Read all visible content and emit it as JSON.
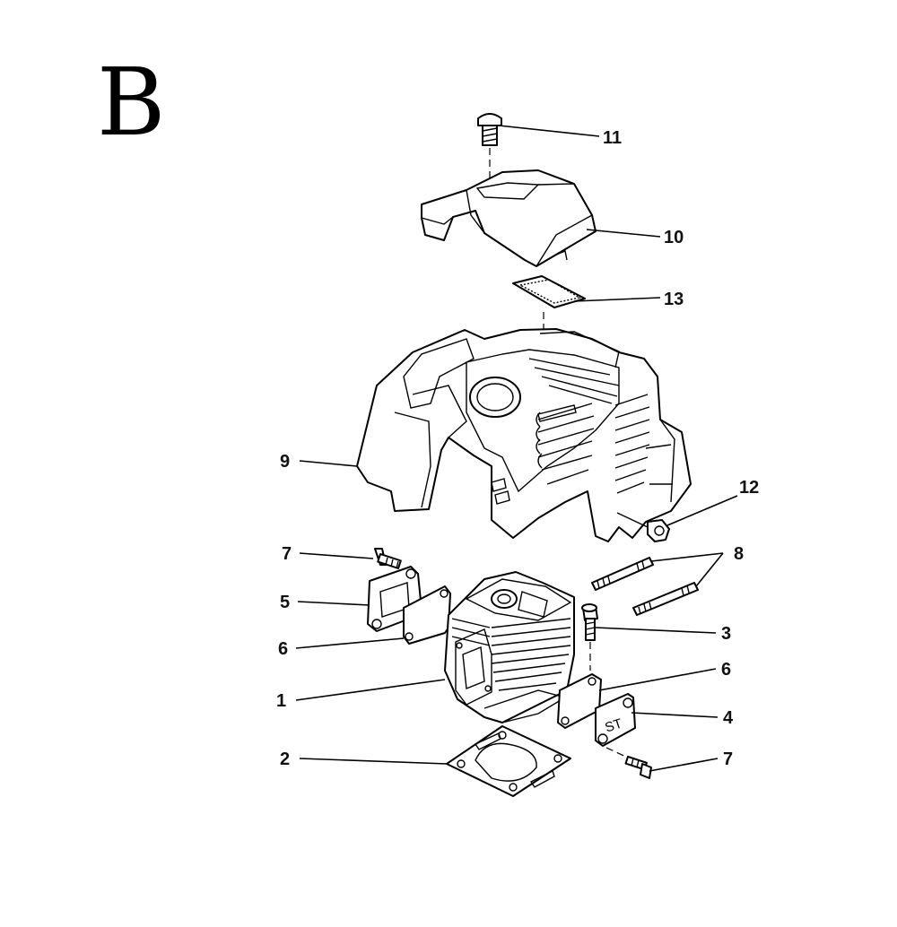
{
  "section": {
    "letter": "B"
  },
  "callouts": {
    "c1": "1",
    "c2": "2",
    "c3": "3",
    "c4": "4",
    "c5": "5",
    "c6a": "6",
    "c6b": "6",
    "c7a": "7",
    "c7b": "7",
    "c8": "8",
    "c9": "9",
    "c10": "10",
    "c11": "11",
    "c12": "12",
    "c13": "13"
  },
  "cover_text": "ST"
}
